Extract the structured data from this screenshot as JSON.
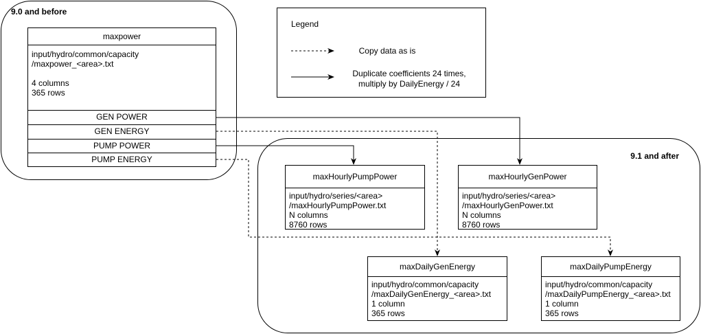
{
  "groups": {
    "before": {
      "title": "9.0 and before"
    },
    "after": {
      "title": "9.1 and after"
    }
  },
  "legend": {
    "title": "Legend",
    "dashed_label": "Copy data as is",
    "solid_label_line1": "Duplicate coefficients 24 times,",
    "solid_label_line2": "multiply by DailyEnergy / 24"
  },
  "maxpower": {
    "title": "maxpower",
    "path_line1": "input/hydro/common/capacity",
    "path_line2": "/maxpower_<area>.txt",
    "columns": "4 columns",
    "rows": "365 rows",
    "fields": [
      "GEN POWER",
      "GEN ENERGY",
      "PUMP POWER",
      "PUMP ENERGY"
    ]
  },
  "max_hourly_pump_power": {
    "title": "maxHourlyPumpPower",
    "path_line1": "input/hydro/series/<area>",
    "path_line2": "/maxHourlyPumpPower.txt",
    "columns": "N columns",
    "rows": "8760 rows"
  },
  "max_hourly_gen_power": {
    "title": "maxHourlyGenPower",
    "path_line1": "input/hydro/series/<area>",
    "path_line2": "/maxHourlyGenPower.txt",
    "columns": "N columns",
    "rows": "8760 rows"
  },
  "max_daily_gen_energy": {
    "title": "maxDailyGenEnergy",
    "path_line1": "input/hydro/common/capacity",
    "path_line2": "/maxDailyGenEnergy_<area>.txt",
    "columns": "1 column",
    "rows": "365 rows"
  },
  "max_daily_pump_energy": {
    "title": "maxDailyPumpEnergy",
    "path_line1": "input/hydro/common/capacity",
    "path_line2": "/maxDailyPumpEnergy_<area>.txt",
    "columns": "1 column",
    "rows": "365 rows"
  }
}
